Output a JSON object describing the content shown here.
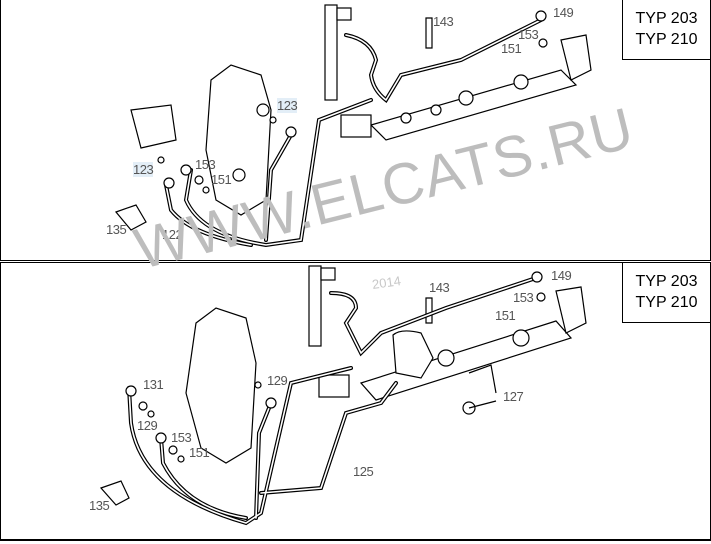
{
  "top_panel": {
    "type_labels": [
      "TYP 203",
      "TYP 210"
    ],
    "callouts": [
      "143",
      "149",
      "153",
      "151",
      "123",
      "123",
      "153",
      "151",
      "135",
      "122"
    ]
  },
  "bottom_panel": {
    "type_labels": [
      "TYP 203",
      "TYP 210"
    ],
    "callouts": [
      "143",
      "149",
      "153",
      "151",
      "131",
      "129",
      "129",
      "153",
      "151",
      "127",
      "125",
      "135"
    ],
    "year_mark": "2014"
  },
  "watermark": "WWW.ELCATS.RU"
}
